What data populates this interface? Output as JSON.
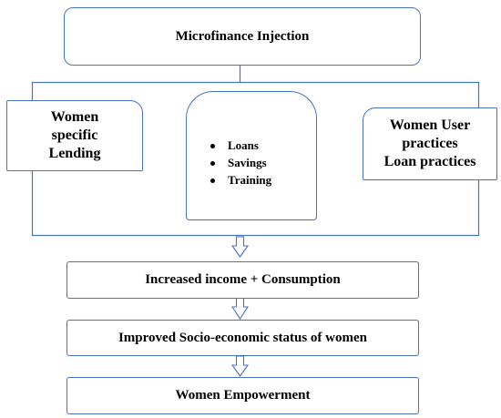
{
  "diagram": {
    "top_box": {
      "label": "Microfinance Injection"
    },
    "left_box": {
      "lines": [
        "Women",
        "specific",
        "Lending"
      ]
    },
    "middle_box": {
      "items": [
        "Loans",
        "Savings",
        "Training"
      ]
    },
    "right_box": {
      "lines": [
        "Women User",
        "practices",
        "Loan practices"
      ]
    },
    "step_income": {
      "label": "Increased income + Consumption"
    },
    "step_status": {
      "label": "Improved Socio-economic status of women"
    },
    "step_empowerment": {
      "label": "Women Empowerment"
    },
    "colors": {
      "border": "#4472c4",
      "arrow": "#4472c4",
      "text": "#000000",
      "background": "#ffffff"
    }
  }
}
